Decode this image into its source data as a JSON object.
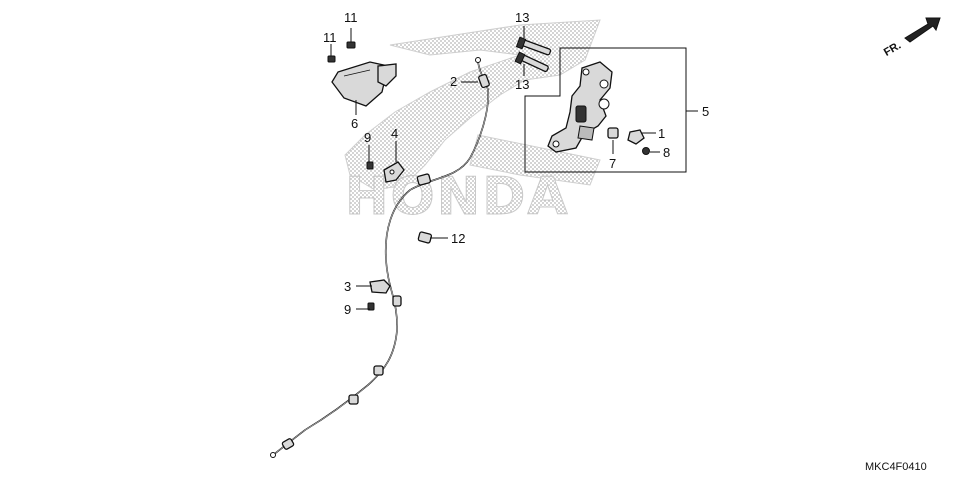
{
  "brand_watermark": "HONDA",
  "diagram_code": "MKC4F0410",
  "direction_label": "FR.",
  "callouts": [
    {
      "id": "c1",
      "label": "1"
    },
    {
      "id": "c2",
      "label": "2"
    },
    {
      "id": "c3",
      "label": "3"
    },
    {
      "id": "c4",
      "label": "4"
    },
    {
      "id": "c5",
      "label": "5"
    },
    {
      "id": "c6",
      "label": "6"
    },
    {
      "id": "c7",
      "label": "7"
    },
    {
      "id": "c8",
      "label": "8"
    },
    {
      "id": "c9a",
      "label": "9"
    },
    {
      "id": "c9b",
      "label": "9"
    },
    {
      "id": "c11a",
      "label": "11"
    },
    {
      "id": "c11b",
      "label": "11"
    },
    {
      "id": "c12",
      "label": "12"
    },
    {
      "id": "c13a",
      "label": "13"
    },
    {
      "id": "c13b",
      "label": "13"
    }
  ],
  "colors": {
    "line": "#111111",
    "watermark": "#c9c9c9",
    "background": "#ffffff"
  }
}
